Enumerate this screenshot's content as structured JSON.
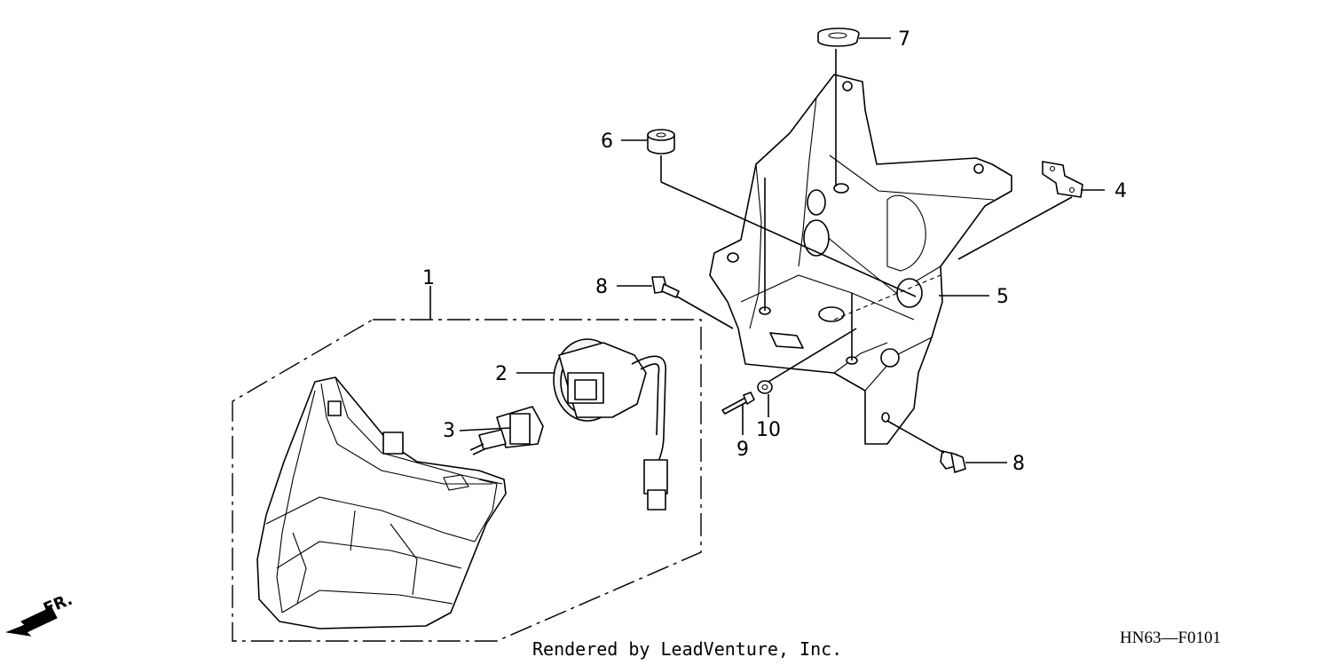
{
  "diagram": {
    "code": "HN63—F0101",
    "credit": "Rendered by LeadVenture, Inc.",
    "direction_label": "FR.",
    "callouts": [
      {
        "id": "callout-1",
        "label": "1"
      },
      {
        "id": "callout-2",
        "label": "2"
      },
      {
        "id": "callout-3",
        "label": "3"
      },
      {
        "id": "callout-4",
        "label": "4"
      },
      {
        "id": "callout-5",
        "label": "5"
      },
      {
        "id": "callout-6",
        "label": "6"
      },
      {
        "id": "callout-7",
        "label": "7"
      },
      {
        "id": "callout-8a",
        "label": "8"
      },
      {
        "id": "callout-8b",
        "label": "8"
      },
      {
        "id": "callout-9",
        "label": "9"
      },
      {
        "id": "callout-10",
        "label": "10"
      }
    ]
  }
}
